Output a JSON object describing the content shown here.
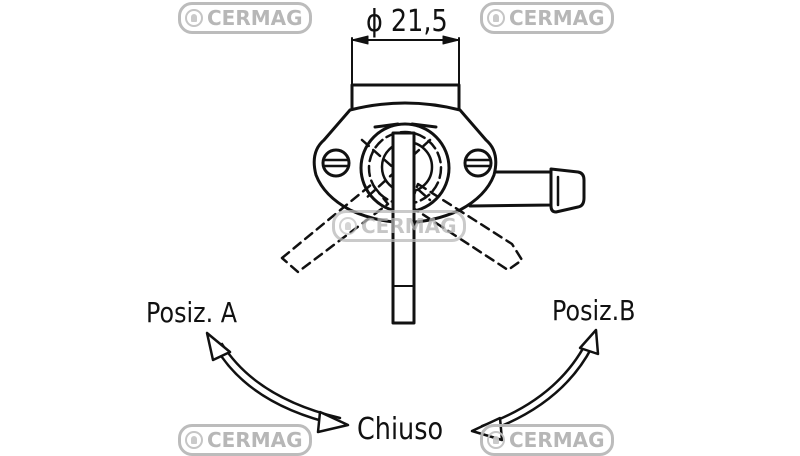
{
  "diagram": {
    "type": "technical-drawing",
    "subject": "fuel tap (rubinetto) with rotating lever",
    "dimension": {
      "symbol": "⌀",
      "value": "21,5",
      "label": "ϕ 21,5"
    },
    "positions": {
      "a": "Posiz. A",
      "b": "Posiz.B",
      "closed": "Chiuso"
    },
    "watermark": {
      "text": "CERMAG",
      "suffix": "·",
      "color": "#b4b4b4",
      "instances": [
        "top-left",
        "top-right",
        "center",
        "bottom-left",
        "bottom-right"
      ]
    },
    "colors": {
      "line": "#111111",
      "background": "#ffffff",
      "watermark": "#b4b4b4"
    }
  }
}
